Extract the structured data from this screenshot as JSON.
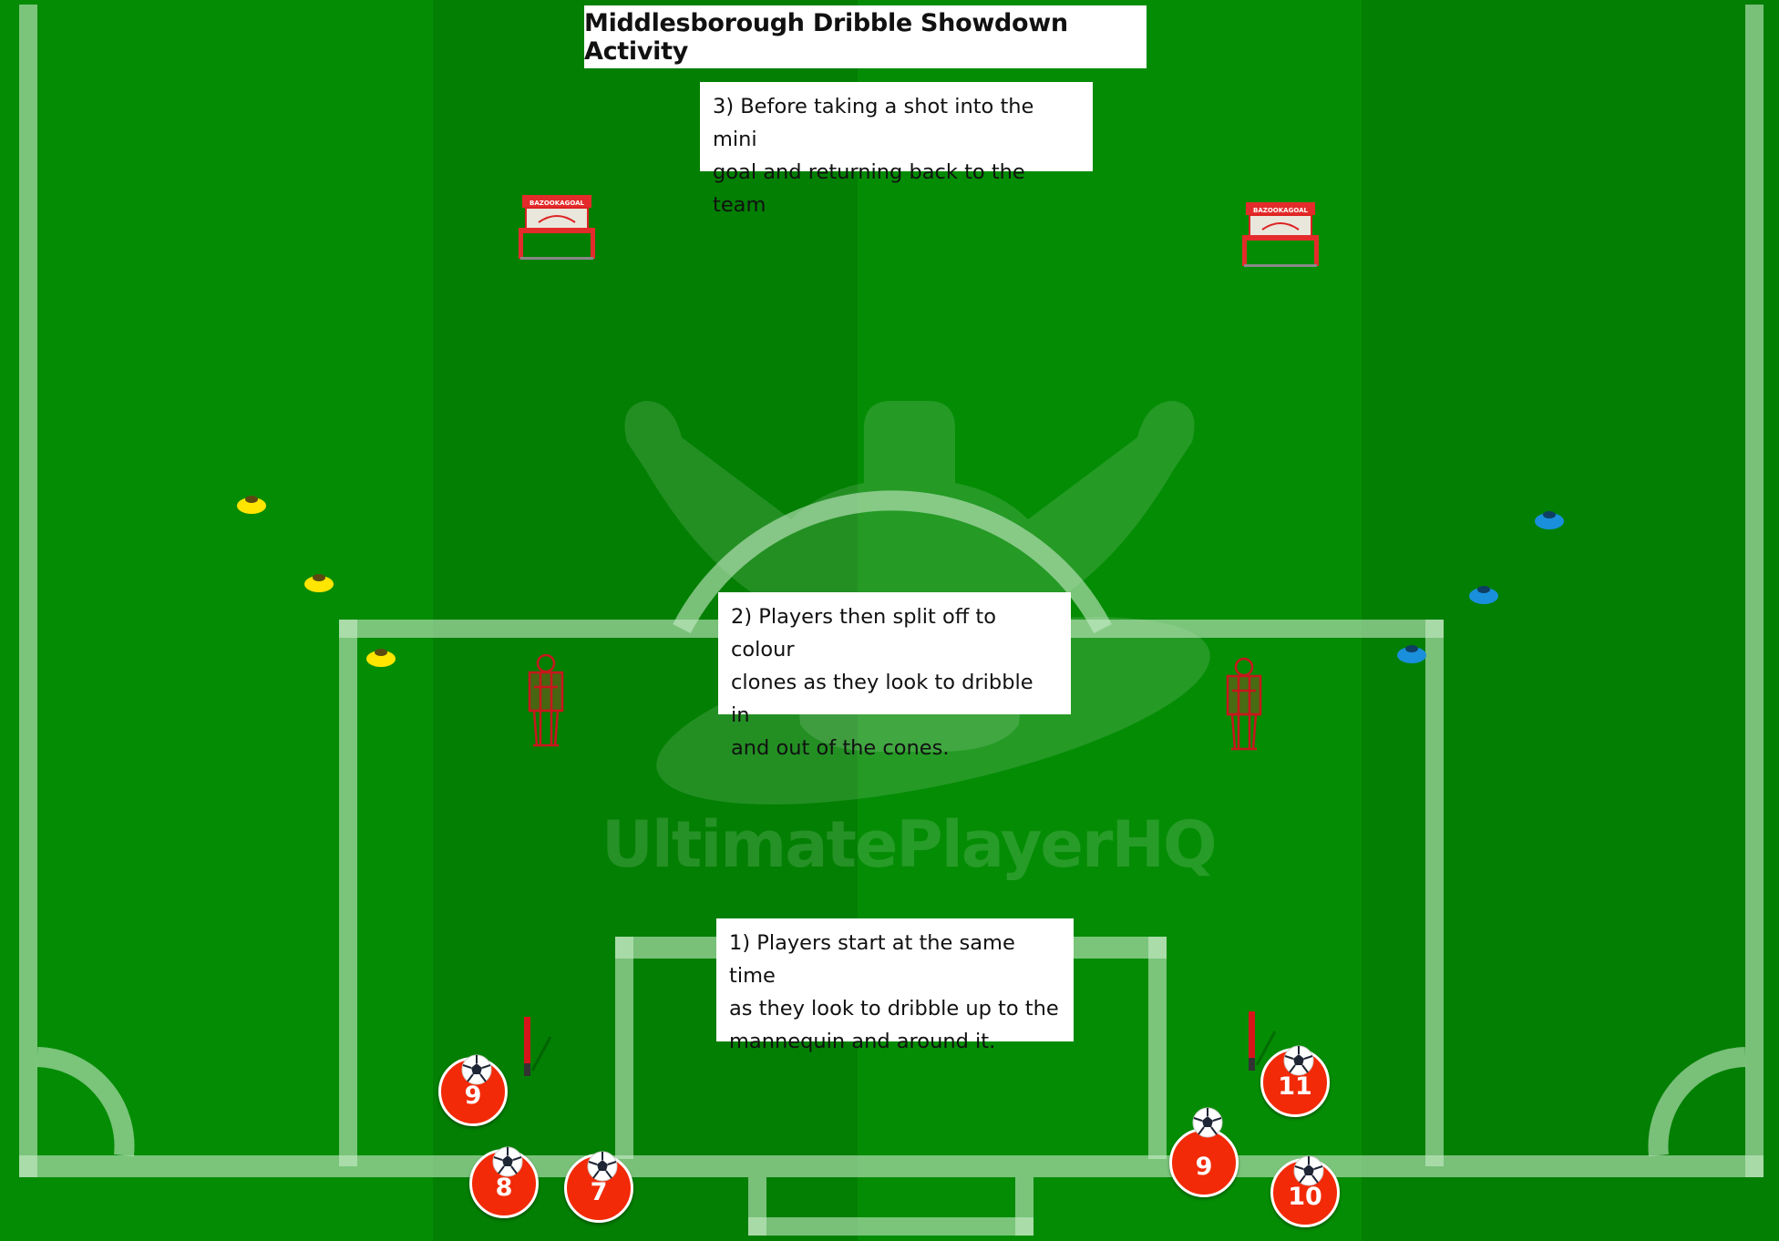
{
  "title": "Middlesborough Dribble Showdown Activity",
  "notes": [
    {
      "step": 3,
      "text": "3) Before taking a shot into the mini\ngoal and returning back to the team"
    },
    {
      "step": 2,
      "text": "2) Players then split off to colour\nclones as they look to dribble in\nand out of the cones."
    },
    {
      "step": 1,
      "text": "1) Players start at the same time\n as they look to dribble up to the\nmannequin and around it."
    }
  ],
  "watermark": "UltimatePlayerHQ",
  "colors": {
    "pitch_light": "#058c05",
    "pitch_dark": "#037f03",
    "line": "#9ccc94",
    "player": "#f22a07",
    "cone_yellow": "#ffe500",
    "cone_blue": "#1a8fdc",
    "mannequin": "#c8161d"
  },
  "mini_goals": [
    {
      "label": "BAZOOKAGOAL",
      "side": "left"
    },
    {
      "label": "BAZOOKAGOAL",
      "side": "right"
    }
  ],
  "cones": {
    "yellow": 3,
    "blue": 3
  },
  "mannequins": 2,
  "poles": 2,
  "players": [
    {
      "number": "9",
      "group": "left"
    },
    {
      "number": "8",
      "group": "left"
    },
    {
      "number": "7",
      "group": "left"
    },
    {
      "number": "9",
      "group": "right"
    },
    {
      "number": "11",
      "group": "right"
    },
    {
      "number": "10",
      "group": "right"
    }
  ]
}
